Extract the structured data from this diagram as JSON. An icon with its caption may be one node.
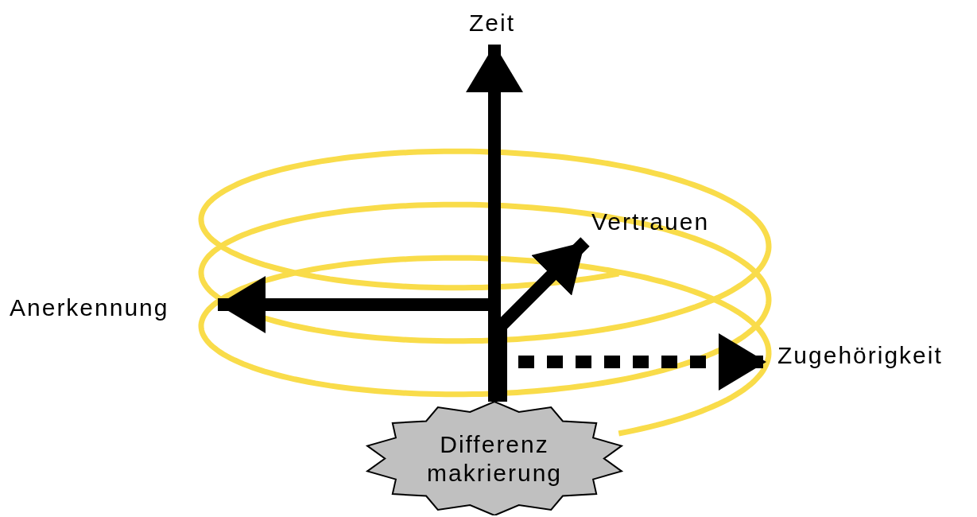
{
  "diagram": {
    "nodes": [
      {
        "text": [
          "Zeit"
        ]
      },
      {
        "text": [
          "Vertrauen"
        ]
      },
      {
        "text": [
          "Anerkennung"
        ]
      },
      {
        "text": [
          "Zugehörigkeit"
        ]
      },
      {
        "text": [
          "Differenz makrierung"
        ]
      }
    ],
    "edges": [
      {
        "from": 4,
        "to": 0,
        "arrow": "to"
      },
      {
        "from": 4,
        "to": 1,
        "arrow": "to"
      },
      {
        "from": 4,
        "to": 2,
        "arrow": "to"
      },
      {
        "from": 4,
        "to": 3,
        "arrow": "to",
        "style": "dashed"
      }
    ]
  }
}
